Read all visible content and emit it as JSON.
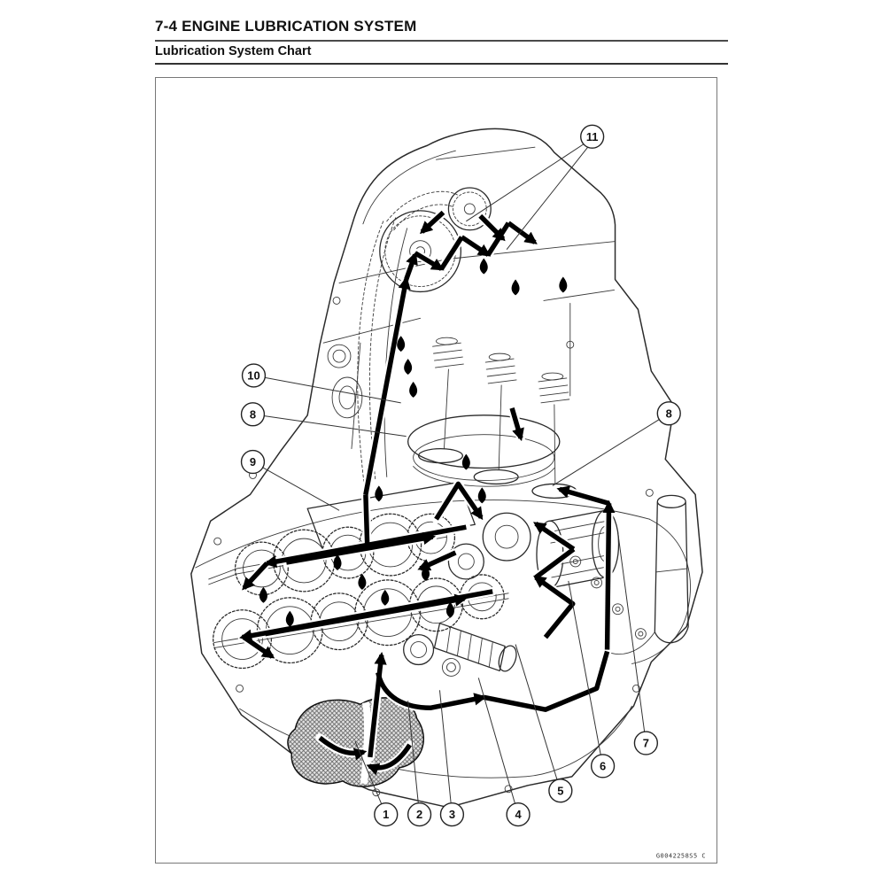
{
  "page": {
    "section_title": "7-4 ENGINE LUBRICATION SYSTEM",
    "subsection_title": "Lubrication System Chart",
    "figure_code": "G0042258S5 C"
  },
  "diagram": {
    "type": "engine-lubrication-flow-diagram",
    "callouts": [
      "1",
      "2",
      "3",
      "4",
      "5",
      "6",
      "7",
      "8",
      "8",
      "9",
      "10",
      "11"
    ]
  }
}
